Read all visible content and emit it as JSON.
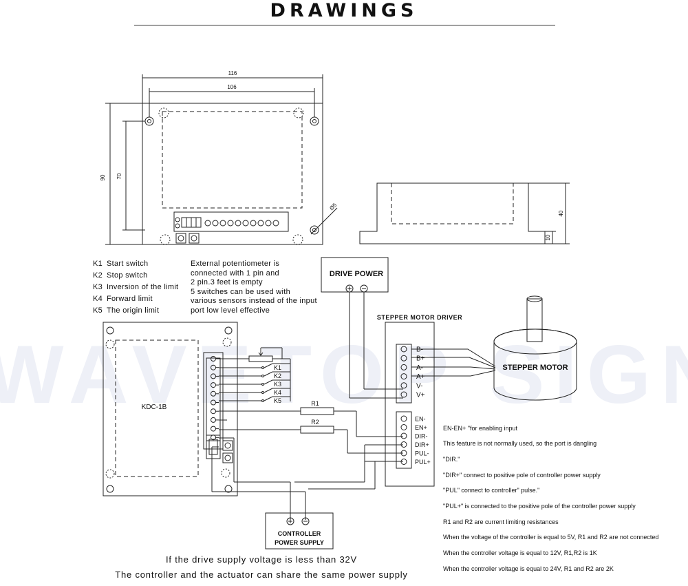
{
  "page_title": "DRAWINGS",
  "watermark": "WAVETOP SIGN",
  "dimensions": {
    "top_width_outer": "116",
    "top_width_inner": "106",
    "height_outer": "90",
    "height_inner": "70",
    "hole_dia": "Ø5",
    "side_height": "40",
    "side_base": "10"
  },
  "legend": [
    {
      "key": "K1",
      "desc": "Start switch"
    },
    {
      "key": "K2",
      "desc": "Stop switch"
    },
    {
      "key": "K3",
      "desc": "Inversion of the limit"
    },
    {
      "key": "K4",
      "desc": "Forward limit"
    },
    {
      "key": "K5",
      "desc": "The origin limit"
    }
  ],
  "potentiometer_note": [
    "External potentiometer is",
    "connected with 1 pin and",
    "2 pin.3 feet is empty",
    "5 switches can be used with",
    "various sensors instead of the input",
    "port low level effective"
  ],
  "boxes": {
    "drive_power": "DRIVE POWER",
    "stepper_driver": "STEPPER MOTOR DRIVER",
    "stepper_motor": "STEPPER MOTOR",
    "controller": "KDC-1B",
    "controller_power_line1": "CONTROLLER",
    "controller_power_line2": "POWER SUPPLY"
  },
  "driver_terminals_top": [
    "B-",
    "B+",
    "A-",
    "A+",
    "V-",
    "V+"
  ],
  "driver_terminals_bottom": [
    "EN-",
    "EN+",
    "DIR-",
    "DIR+",
    "PUL-",
    "PUL+"
  ],
  "switch_labels": [
    "K1",
    "K2",
    "K3",
    "K4",
    "K5"
  ],
  "resistors": [
    "R1",
    "R2"
  ],
  "notes": [
    "EN-EN+ \"for enabling input",
    "This feature is not normally used, so the port is dangling",
    "\"DIR.\"",
    "\"DIR+\" connect to positive pole of controller power supply",
    "\"PUL\" connect to controller\" pulse.\"",
    "\"PUL+\" is connected to the positive pole of the controller power supply",
    "R1 and R2 are current limiting resistances",
    "When the voltage of the controller is equal to 5V, R1 and R2 are not connected",
    "When the controller voltage is equal to 12V, R1,R2 is 1K",
    "When the controller voltage is equal to 24V, R1 and R2 are 2K"
  ],
  "caption_line1": "If the drive supply voltage is less than 32V",
  "caption_line2": "The controller and the actuator can share the same power supply"
}
